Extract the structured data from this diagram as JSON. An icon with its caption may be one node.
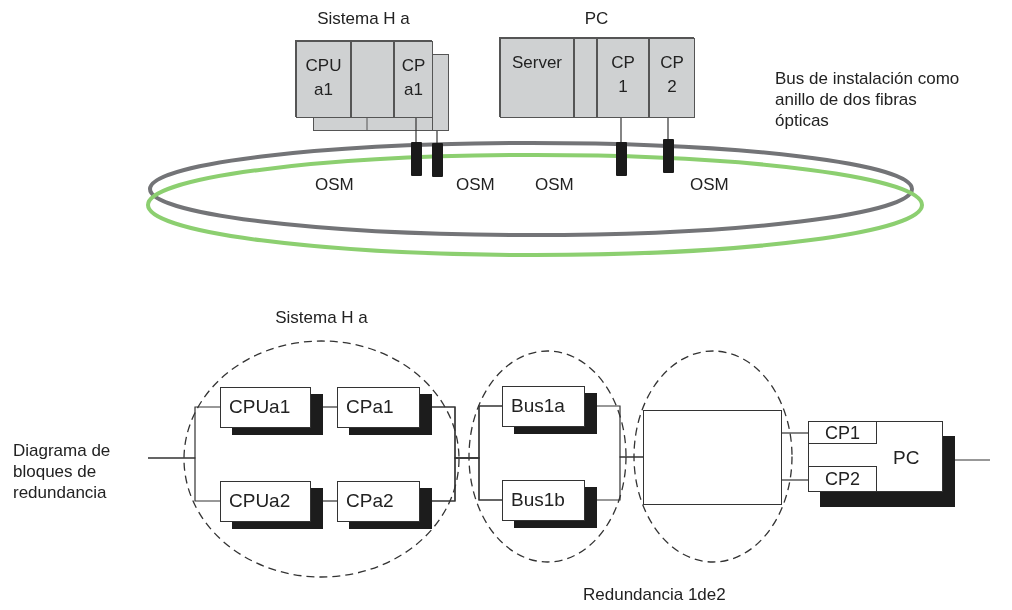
{
  "diagram": {
    "nodes": [
      {
        "text": [
          "Sistema H a"
        ]
      },
      {
        "text": [
          "CPU a1"
        ],
        "in": 0
      },
      {
        "text": [],
        "shape": "box",
        "in": 0
      },
      {
        "text": [
          "CP a1"
        ],
        "in": 0
      },
      {
        "text": [],
        "shape": "box"
      },
      {
        "text": [
          "PC"
        ]
      },
      {
        "text": [
          "Server"
        ],
        "in": 5
      },
      {
        "text": [],
        "shape": "box",
        "in": 5
      },
      {
        "text": [
          "CP 1"
        ],
        "in": 5
      },
      {
        "text": [
          "CP 2"
        ],
        "in": 5
      },
      {
        "text": [],
        "shape": "bar",
        "beside": [
          "OSM"
        ]
      },
      {
        "text": [],
        "shape": "bar",
        "beside": [
          "OSM"
        ]
      },
      {
        "text": [],
        "shape": "bar",
        "beside": [
          "OSM"
        ]
      },
      {
        "text": [],
        "shape": "bar",
        "beside": [
          "OSM"
        ]
      },
      {
        "text": [
          "Sistema H a"
        ]
      },
      {
        "text": [
          "CPUa1"
        ],
        "in": 14
      },
      {
        "text": [
          "CPa1"
        ],
        "in": 14
      },
      {
        "text": [
          "CPUa2"
        ],
        "in": 14
      },
      {
        "text": [
          "CPa2"
        ],
        "in": 14
      },
      {
        "text": [],
        "shape": "circle"
      },
      {
        "text": [
          "Bus1a"
        ],
        "in": 19
      },
      {
        "text": [
          "Bus1b"
        ],
        "in": 19
      },
      {
        "text": [],
        "shape": "circle"
      },
      {
        "text": [
          "PC"
        ]
      },
      {
        "text": [
          "CP1"
        ],
        "in": 23
      },
      {
        "text": [
          "CP2"
        ],
        "in": 23
      },
      {
        "text": [],
        "shape": "box",
        "in": 22
      }
    ],
    "edges": [
      {
        "from": 3,
        "to": 10,
        "arrow": "none"
      },
      {
        "from": 4,
        "to": 11,
        "arrow": "none"
      },
      {
        "from": 8,
        "to": 12,
        "arrow": "none"
      },
      {
        "from": 9,
        "to": 13,
        "arrow": "none"
      },
      {
        "from": null,
        "to": 15,
        "arrow": "none"
      },
      {
        "from": null,
        "to": 17,
        "arrow": "none"
      },
      {
        "from": 15,
        "to": 16,
        "arrow": "none"
      },
      {
        "from": 17,
        "to": 18,
        "arrow": "none"
      },
      {
        "from": 16,
        "to": 20,
        "arrow": "none"
      },
      {
        "from": 16,
        "to": 21,
        "arrow": "none"
      },
      {
        "from": 18,
        "to": 20,
        "arrow": "none"
      },
      {
        "from": 18,
        "to": 21,
        "arrow": "none"
      },
      {
        "from": 20,
        "to": 26,
        "arrow": "none"
      },
      {
        "from": 21,
        "to": 26,
        "arrow": "none"
      },
      {
        "from": 26,
        "to": 24,
        "arrow": "none"
      },
      {
        "from": 26,
        "to": 25,
        "arrow": "none"
      },
      {
        "from": 23,
        "to": null,
        "arrow": "none"
      }
    ],
    "labels": [
      "Bus de instalación como anillo de dos fibras ópticas",
      "Diagrama de bloques de redundancia",
      "Redundancia 1de2"
    ]
  }
}
